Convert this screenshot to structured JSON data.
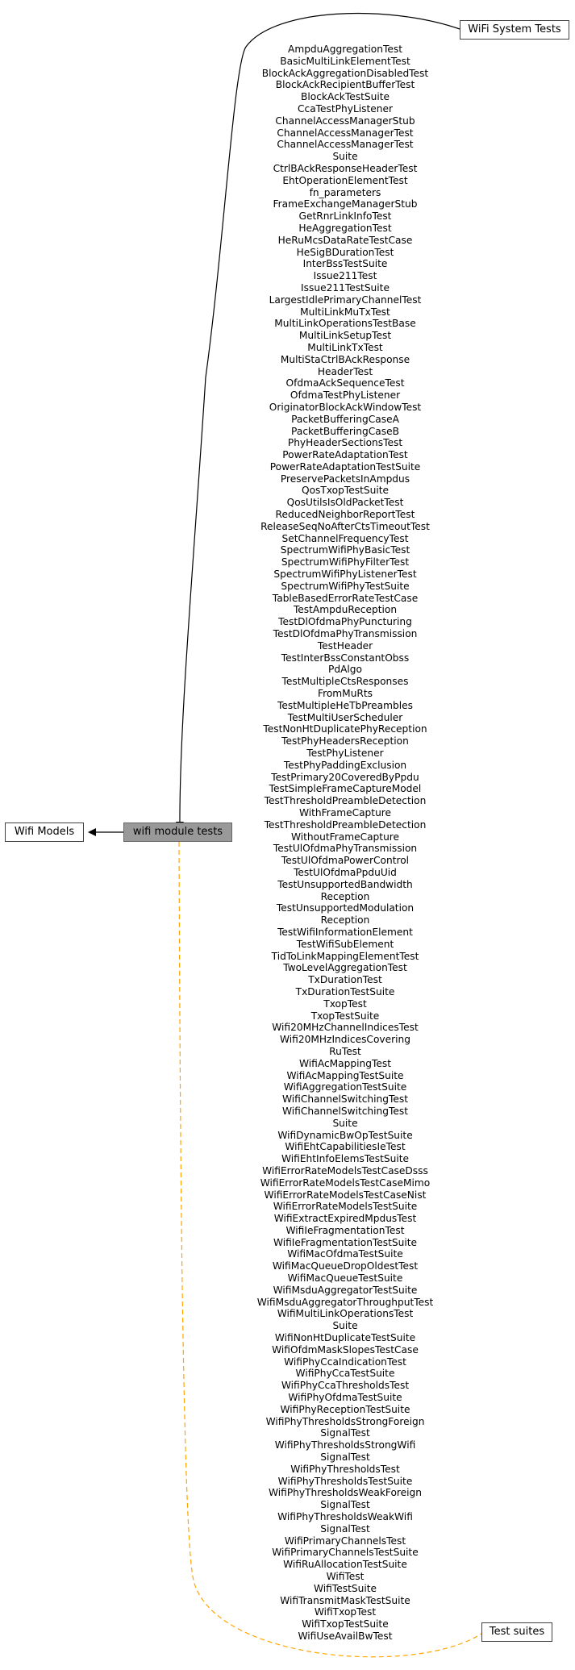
{
  "nodes": {
    "wifi_models": "Wifi Models",
    "wifi_module_tests": "wifi module tests",
    "wifi_system_tests": "WiFi System Tests",
    "test_suites": "Test suites"
  },
  "colors": {
    "current_fill": "#999999",
    "edge": "#000000",
    "dashed_edge": "#FFA500"
  },
  "members": [
    "AmpduAggregationTest",
    "BasicMultiLinkElementTest",
    "BlockAckAggregationDisabledTest",
    "BlockAckRecipientBufferTest",
    "BlockAckTestSuite",
    "CcaTestPhyListener",
    "ChannelAccessManagerStub",
    "ChannelAccessManagerTest",
    "ChannelAccessManagerTest",
    "Suite",
    "CtrlBAckResponseHeaderTest",
    "EhtOperationElementTest",
    "fn_parameters",
    "FrameExchangeManagerStub",
    "GetRnrLinkInfoTest",
    "HeAggregationTest",
    "HeRuMcsDataRateTestCase",
    "HeSigBDurationTest",
    "InterBssTestSuite",
    "Issue211Test",
    "Issue211TestSuite",
    "LargestIdlePrimaryChannelTest",
    "MultiLinkMuTxTest",
    "MultiLinkOperationsTestBase",
    "MultiLinkSetupTest",
    "MultiLinkTxTest",
    "MultiStaCtrlBAckResponse",
    "HeaderTest",
    "OfdmaAckSequenceTest",
    "OfdmaTestPhyListener",
    "OriginatorBlockAckWindowTest",
    "PacketBufferingCaseA",
    "PacketBufferingCaseB",
    "PhyHeaderSectionsTest",
    "PowerRateAdaptationTest",
    "PowerRateAdaptationTestSuite",
    "PreservePacketsInAmpdus",
    "QosTxopTestSuite",
    "QosUtilsIsOldPacketTest",
    "ReducedNeighborReportTest",
    "ReleaseSeqNoAfterCtsTimeoutTest",
    "SetChannelFrequencyTest",
    "SpectrumWifiPhyBasicTest",
    "SpectrumWifiPhyFilterTest",
    "SpectrumWifiPhyListenerTest",
    "SpectrumWifiPhyTestSuite",
    "TableBasedErrorRateTestCase",
    "TestAmpduReception",
    "TestDlOfdmaPhyPuncturing",
    "TestDlOfdmaPhyTransmission",
    "TestHeader",
    "TestInterBssConstantObss",
    "PdAlgo",
    "TestMultipleCtsResponses",
    "FromMuRts",
    "TestMultipleHeTbPreambles",
    "TestMultiUserScheduler",
    "TestNonHtDuplicatePhyReception",
    "TestPhyHeadersReception",
    "TestPhyListener",
    "TestPhyPaddingExclusion",
    "TestPrimary20CoveredByPpdu",
    "TestSimpleFrameCaptureModel",
    "TestThresholdPreambleDetection",
    "WithFrameCapture",
    "TestThresholdPreambleDetection",
    "WithoutFrameCapture",
    "TestUlOfdmaPhyTransmission",
    "TestUlOfdmaPowerControl",
    "TestUlOfdmaPpduUid",
    "TestUnsupportedBandwidth",
    "Reception",
    "TestUnsupportedModulation",
    "Reception",
    "TestWifiInformationElement",
    "TestWifiSubElement",
    "TidToLinkMappingElementTest",
    "TwoLevelAggregationTest",
    "TxDurationTest",
    "TxDurationTestSuite",
    "TxopTest",
    "TxopTestSuite",
    "Wifi20MHzChannelIndicesTest",
    "Wifi20MHzIndicesCovering",
    "RuTest",
    "WifiAcMappingTest",
    "WifiAcMappingTestSuite",
    "WifiAggregationTestSuite",
    "WifiChannelSwitchingTest",
    "WifiChannelSwitchingTest",
    "Suite",
    "WifiDynamicBwOpTestSuite",
    "WifiEhtCapabilitiesIeTest",
    "WifiEhtInfoElemsTestSuite",
    "WifiErrorRateModelsTestCaseDsss",
    "WifiErrorRateModelsTestCaseMimo",
    "WifiErrorRateModelsTestCaseNist",
    "WifiErrorRateModelsTestSuite",
    "WifiExtractExpiredMpdusTest",
    "WifiIeFragmentationTest",
    "WifiIeFragmentationTestSuite",
    "WifiMacOfdmaTestSuite",
    "WifiMacQueueDropOldestTest",
    "WifiMacQueueTestSuite",
    "WifiMsduAggregatorTestSuite",
    "WifiMsduAggregatorThroughputTest",
    "WifiMultiLinkOperationsTest",
    "Suite",
    "WifiNonHtDuplicateTestSuite",
    "WifiOfdmMaskSlopesTestCase",
    "WifiPhyCcaIndicationTest",
    "WifiPhyCcaTestSuite",
    "WifiPhyCcaThresholdsTest",
    "WifiPhyOfdmaTestSuite",
    "WifiPhyReceptionTestSuite",
    "WifiPhyThresholdsStrongForeign",
    "SignalTest",
    "WifiPhyThresholdsStrongWifi",
    "SignalTest",
    "WifiPhyThresholdsTest",
    "WifiPhyThresholdsTestSuite",
    "WifiPhyThresholdsWeakForeign",
    "SignalTest",
    "WifiPhyThresholdsWeakWifi",
    "SignalTest",
    "WifiPrimaryChannelsTest",
    "WifiPrimaryChannelsTestSuite",
    "WifiRuAllocationTestSuite",
    "WifiTest",
    "WifiTestSuite",
    "WifiTransmitMaskTestSuite",
    "WifiTxopTest",
    "WifiTxopTestSuite",
    "WifiUseAvailBwTest"
  ]
}
